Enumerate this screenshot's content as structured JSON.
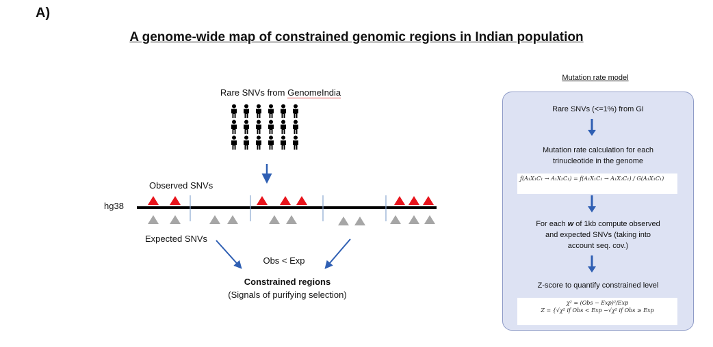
{
  "figure": {
    "panel_label": "A)",
    "title": "A genome-wide map of constrained genomic regions in Indian population"
  },
  "left_panel": {
    "source_prefix": "Rare SNVs from ",
    "source_name": "GenomeIndia",
    "observed_label": "Observed SNVs",
    "reference_label": "hg38",
    "expected_label": "Expected SNVs",
    "comparison_label": "Obs < Exp",
    "result_title": "Constrained regions",
    "result_subtitle": "(Signals of purifying selection)",
    "colors": {
      "observed": "#e8141c",
      "expected": "#a6a6a6",
      "arrow": "#2f5fb3",
      "divider": "#8aa8d0"
    }
  },
  "right_panel": {
    "title": "Mutation rate model",
    "step1": "Rare SNVs (<=1%) from GI",
    "step2_line1": "Mutation rate calculation for each",
    "step2_line2": "trinucleotide in the genome",
    "formula1": "ƒ(A₁X₁C₁ → A₁X₂C₁) = f(A₁X₁C₁ → A₁X₂C₁) / G(A₁X₁C₁)",
    "step3_line1_pre": "For each ",
    "step3_w": "w",
    "step3_line1_post": " of 1kb compute observed",
    "step3_line2": "and expected SNVs (taking into",
    "step3_line3": "account seq. cov.)",
    "step4": "Z-score to quantify constrained level",
    "formula2_line1": "χ² = (Obs − Exp)²/Exp",
    "formula2_line2": "Z = {√χ²  if Obs < Exp  −√χ²  if Obs ≥ Exp",
    "colors": {
      "box_fill": "#dde2f3",
      "box_border": "#8e9bc7",
      "arrow": "#2f5fb3"
    }
  }
}
